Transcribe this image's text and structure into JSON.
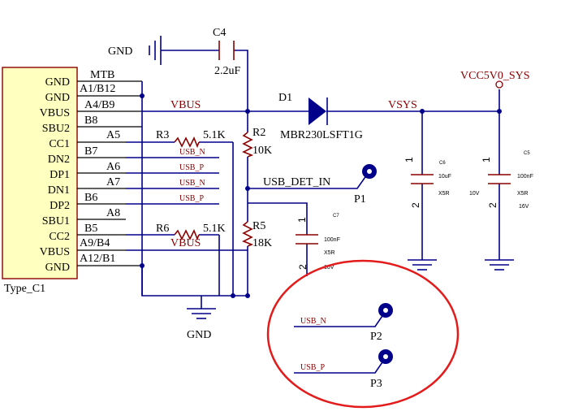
{
  "connector": {
    "name": "Type_C1",
    "fill": "#ffffc0",
    "pins": [
      "GND",
      "GND",
      "VBUS",
      "SBU2",
      "CC1",
      "DN2",
      "DP1",
      "DN1",
      "DP2",
      "SBU1",
      "CC2",
      "VBUS",
      "GND"
    ],
    "mtb_label": "MTB",
    "wire_labels": [
      "A1/B12",
      "A4/B9",
      "B8",
      "A5",
      "B7",
      "A6",
      "A7",
      "B6",
      "A8",
      "B5",
      "A9/B4",
      "A12/B1"
    ]
  },
  "capacitors": {
    "c4": {
      "ref": "C4",
      "value": "2.2uF"
    },
    "c5": {
      "ref": "C5",
      "value": "100nF",
      "dielectric": "X5R",
      "voltage": "16V",
      "pin1": "1",
      "pin2": "2"
    },
    "c6": {
      "ref": "C6",
      "value": "10uF",
      "dielectric": "X5R",
      "voltage": "10V",
      "pin1": "1",
      "pin2": "2"
    },
    "c7": {
      "ref": "C7",
      "value": "100nF",
      "dielectric": "X5R",
      "voltage": "16V",
      "pin1": "1",
      "pin2": "2"
    }
  },
  "resistors": {
    "r2": {
      "ref": "R2",
      "value": "10K"
    },
    "r3": {
      "ref": "R3",
      "value": "5.1K"
    },
    "r5": {
      "ref": "R5",
      "value": "18K"
    },
    "r6": {
      "ref": "R6",
      "value": "5.1K"
    }
  },
  "diode": {
    "ref": "D1",
    "part": "MBR230LSFT1G"
  },
  "nets": {
    "vbus_top": "VBUS",
    "vbus_bottom": "VBUS",
    "vsys": "VSYS",
    "vcc": "VCC5V0_SYS",
    "gnd_top": "GND",
    "gnd_bottom": "GND",
    "usb_det": "USB_DET_IN",
    "usb_n_1": "USB_N",
    "usb_p_1": "USB_P",
    "usb_n_2": "USB_N",
    "usb_p_2": "USB_P",
    "usb_n_tp": "USB_N",
    "usb_p_tp": "USB_P"
  },
  "test_points": {
    "p1": "P1",
    "p2": "P2",
    "p3": "P3"
  },
  "highlight": {
    "color": "#e31b1b",
    "shape": "ellipse"
  }
}
